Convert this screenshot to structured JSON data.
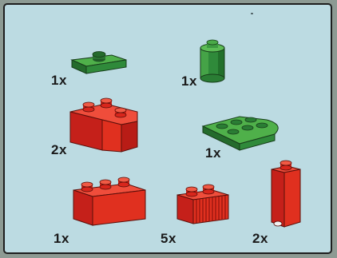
{
  "parts": [
    {
      "name": "green-plate-1x2-single-stud",
      "quantity": "1x",
      "color": "#2f8a3a"
    },
    {
      "name": "green-round-brick-1x1",
      "quantity": "1x",
      "color": "#2f8a3a"
    },
    {
      "name": "red-corner-brick-2x2",
      "quantity": "2x",
      "color": "#d8261c"
    },
    {
      "name": "green-round-plate-2x3",
      "quantity": "1x",
      "color": "#2f8a3a"
    },
    {
      "name": "red-brick-1x3",
      "quantity": "1x",
      "color": "#d8261c"
    },
    {
      "name": "red-grille-brick-1x2",
      "quantity": "5x",
      "color": "#d8261c"
    },
    {
      "name": "red-tall-brick-1x1x3",
      "quantity": "2x",
      "color": "#d8261c"
    }
  ],
  "colors": {
    "panel_background": "#bcdbe2",
    "border": "#1e1e1e",
    "red": "#d8261c",
    "green": "#2f8a3a"
  }
}
